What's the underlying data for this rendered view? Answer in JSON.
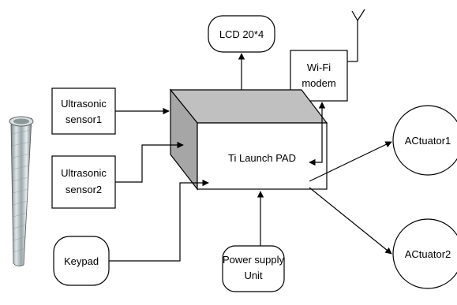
{
  "diagram": {
    "blocks": {
      "lcd": "LCD 20*4",
      "wifi": [
        "Wi-Fi",
        "modem"
      ],
      "us1": [
        "Ultrasonic",
        "sensor1"
      ],
      "us2": [
        "Ultrasonic",
        "sensor2"
      ],
      "keypad": "Keypad",
      "mcu": "Ti Launch PAD",
      "psu": [
        "Power supply",
        "Unit"
      ],
      "act1": "ACtuator1",
      "act2": "ACtuator2"
    },
    "images": [
      {
        "icon": "steel-pipe-icon"
      }
    ],
    "colors": {
      "block_fill": "#ffffff",
      "stroke": "#000000",
      "mcu_top": "#c0c0c0",
      "mcu_side": "#a6a6a6"
    }
  }
}
